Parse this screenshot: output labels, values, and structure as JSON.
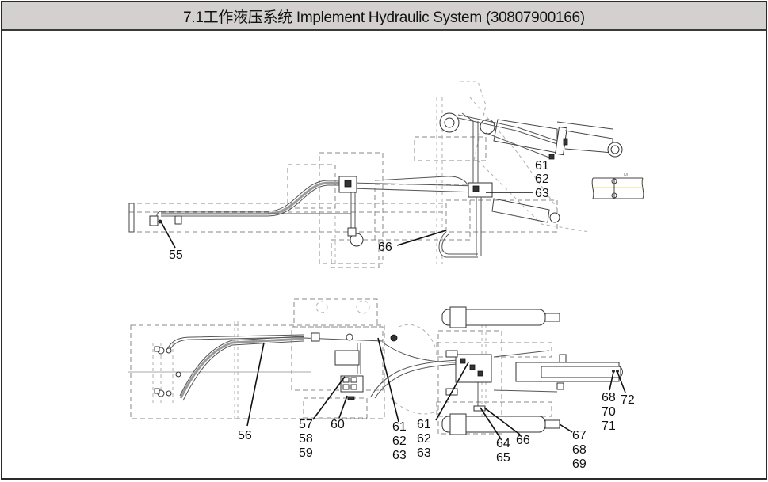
{
  "header": {
    "title": "7.1工作液压系统 Implement Hydraulic System (30807900166)"
  },
  "diagram": {
    "top_view": {
      "name": "side-view-hydraulic-layout",
      "callouts": [
        {
          "id": "c55",
          "label": "55"
        },
        {
          "id": "c66a",
          "label": "66"
        },
        {
          "id": "c61a",
          "label": "61"
        },
        {
          "id": "c62a",
          "label": "62"
        },
        {
          "id": "c63a",
          "label": "63"
        }
      ]
    },
    "bottom_view": {
      "name": "plan-view-hydraulic-layout",
      "callouts": [
        {
          "id": "c56",
          "label": "56"
        },
        {
          "id": "c57",
          "label": "57"
        },
        {
          "id": "c58",
          "label": "58"
        },
        {
          "id": "c59",
          "label": "59"
        },
        {
          "id": "c60",
          "label": "60"
        },
        {
          "id": "c61b",
          "label": "61"
        },
        {
          "id": "c62b",
          "label": "62"
        },
        {
          "id": "c63b",
          "label": "63"
        },
        {
          "id": "c61c",
          "label": "61"
        },
        {
          "id": "c62c",
          "label": "62"
        },
        {
          "id": "c63c",
          "label": "63"
        },
        {
          "id": "c64",
          "label": "64"
        },
        {
          "id": "c65",
          "label": "65"
        },
        {
          "id": "c66b",
          "label": "66"
        },
        {
          "id": "c67",
          "label": "67"
        },
        {
          "id": "c68a",
          "label": "68"
        },
        {
          "id": "c69",
          "label": "69"
        },
        {
          "id": "c68b",
          "label": "68"
        },
        {
          "id": "c70",
          "label": "70"
        },
        {
          "id": "c71",
          "label": "71"
        },
        {
          "id": "c72",
          "label": "72"
        }
      ]
    },
    "detail_view": {
      "name": "detail-view-m",
      "label": "M"
    }
  }
}
